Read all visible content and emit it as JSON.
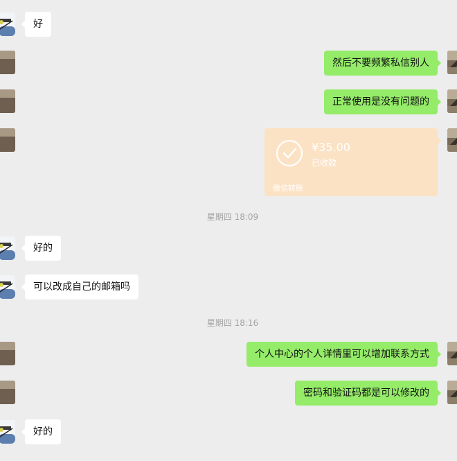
{
  "messages": [
    {
      "side": "in",
      "text": "好"
    },
    {
      "side": "out",
      "text": "然后不要频繁私信别人"
    },
    {
      "side": "out",
      "text": "正常使用是没有问题的"
    },
    {
      "side": "out",
      "type": "transfer",
      "amount": "¥35.00",
      "status": "已收款",
      "source": "微信转账"
    },
    {
      "type": "time",
      "text": "星期四 18:09"
    },
    {
      "side": "in",
      "text": "好的"
    },
    {
      "side": "in",
      "text": "可以改成自己的邮箱吗"
    },
    {
      "type": "time",
      "text": "星期四 18:16"
    },
    {
      "side": "out",
      "text": "个人中心的个人详情里可以增加联系方式"
    },
    {
      "side": "out",
      "text": "密码和验证码都是可以修改的"
    },
    {
      "side": "in",
      "text": "好的"
    }
  ],
  "colors": {
    "background": "#ededed",
    "incoming_bubble": "#ffffff",
    "outgoing_bubble": "#95ec69",
    "transfer_card": "#fce2c4",
    "timestamp": "#a3a3a3"
  },
  "icons": {
    "transfer": "check-circle-icon",
    "contact_avatar": "avatar",
    "self_avatar": "avatar"
  }
}
